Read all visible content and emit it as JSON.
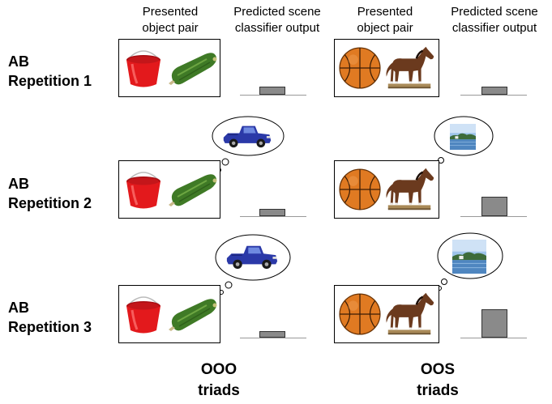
{
  "columns": {
    "left": {
      "pair_header_line1": "Presented",
      "pair_header_line2": "object pair",
      "classifier_header_line1": "Predicted scene",
      "classifier_header_line2": "classifier output"
    },
    "right": {
      "pair_header_line1": "Presented",
      "pair_header_line2": "object pair",
      "classifier_header_line1": "Predicted scene",
      "classifier_header_line2": "classifier output"
    }
  },
  "rows": [
    {
      "line1": "AB",
      "line2": "Repetition 1"
    },
    {
      "line1": "AB",
      "line2": "Repetition 2"
    },
    {
      "line1": "AB",
      "line2": "Repetition 3"
    }
  ],
  "footer": {
    "left_line1": "OOO",
    "left_line2": "triads",
    "right_line1": "OOS",
    "right_line2": "triads"
  },
  "icons": {
    "left_pair": [
      "bucket-icon",
      "zucchini-icon"
    ],
    "right_pair": [
      "basketball-icon",
      "horse-icon"
    ],
    "left_thought": "pickup-truck-icon",
    "right_thought": "lake-scene-icon"
  },
  "classifier_output_levels": {
    "OOO": [
      0.13,
      0.13,
      0.13
    ],
    "OOS": [
      0.13,
      0.45,
      0.78
    ]
  },
  "colors": {
    "bar_fill": "#8a8a8a",
    "bucket": "#e3191c",
    "zucchini": "#3f7a26",
    "basketball": "#e07a22",
    "horse": "#6b3a1e",
    "truck": "#2b39a8"
  }
}
